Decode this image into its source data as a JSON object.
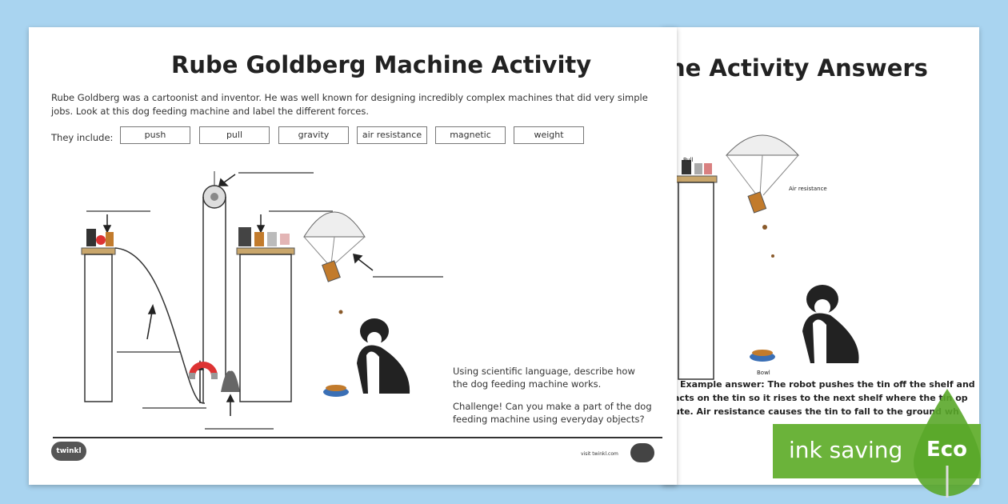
{
  "front": {
    "title": "Rube Goldberg Machine Activity",
    "intro": "Rube Goldberg was a cartoonist and inventor. He was well known for designing incredibly complex machines that did very simple jobs. Look at this dog feeding machine and label the different forces.",
    "include_label": "They include:",
    "forces": [
      "push",
      "pull",
      "gravity",
      "air resistance",
      "magnetic",
      "weight"
    ],
    "question": "Using scientific language, describe how the dog feeding machine works.",
    "challenge": "Challenge! Can you make a part of the dog feeding machine using everyday objects?",
    "brand": "twinkl",
    "url": "visit twinkl.com"
  },
  "back": {
    "title": "ne Activity Answers",
    "label_pull": "Pull",
    "label_air": "Air resistance",
    "label_bowl": "Bowl",
    "answer_lines": [
      ". Example answer: The robot pushes the tin off the shelf and",
      "acts on the tin so it rises to the next shelf where the tin op",
      "ute. Air resistance causes the tin to fall to the ground wh"
    ]
  },
  "badge": {
    "text": "ink saving",
    "eco": "Eco",
    "color": "#6bb33a"
  }
}
